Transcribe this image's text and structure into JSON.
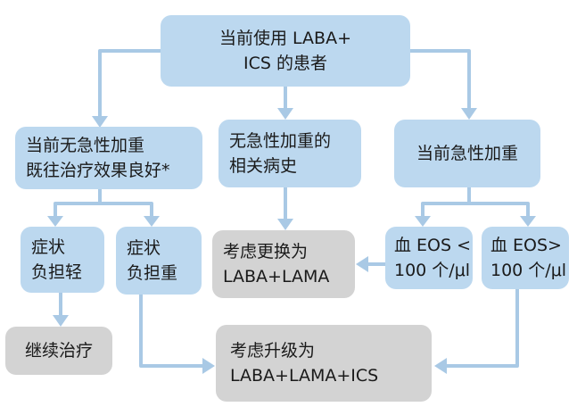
{
  "nodes": {
    "start": [
      "当前使用 LABA+",
      "ICS 的患者"
    ],
    "good_response": [
      "当前无急性加重",
      "既往治疗效果良好*"
    ],
    "history": [
      "无急性加重的",
      "相关病史"
    ],
    "acute": [
      "当前急性加重"
    ],
    "mild": [
      "症状",
      "负担轻"
    ],
    "heavy": [
      "症状",
      "负担重"
    ],
    "continue": [
      "继续治疗"
    ],
    "switch": [
      "考虑更换为",
      "LABA+LAMA"
    ],
    "eos_low": [
      "血 EOS <",
      "100 个/μl"
    ],
    "eos_high": [
      "血 EOS>",
      "100 个/μl"
    ],
    "upgrade": [
      "考虑升级为",
      "LABA+LAMA+ICS"
    ]
  },
  "colors": {
    "decision_box": "#bcd8ef",
    "action_box": "#d3d3d3",
    "arrow": "#a9c9e5"
  }
}
